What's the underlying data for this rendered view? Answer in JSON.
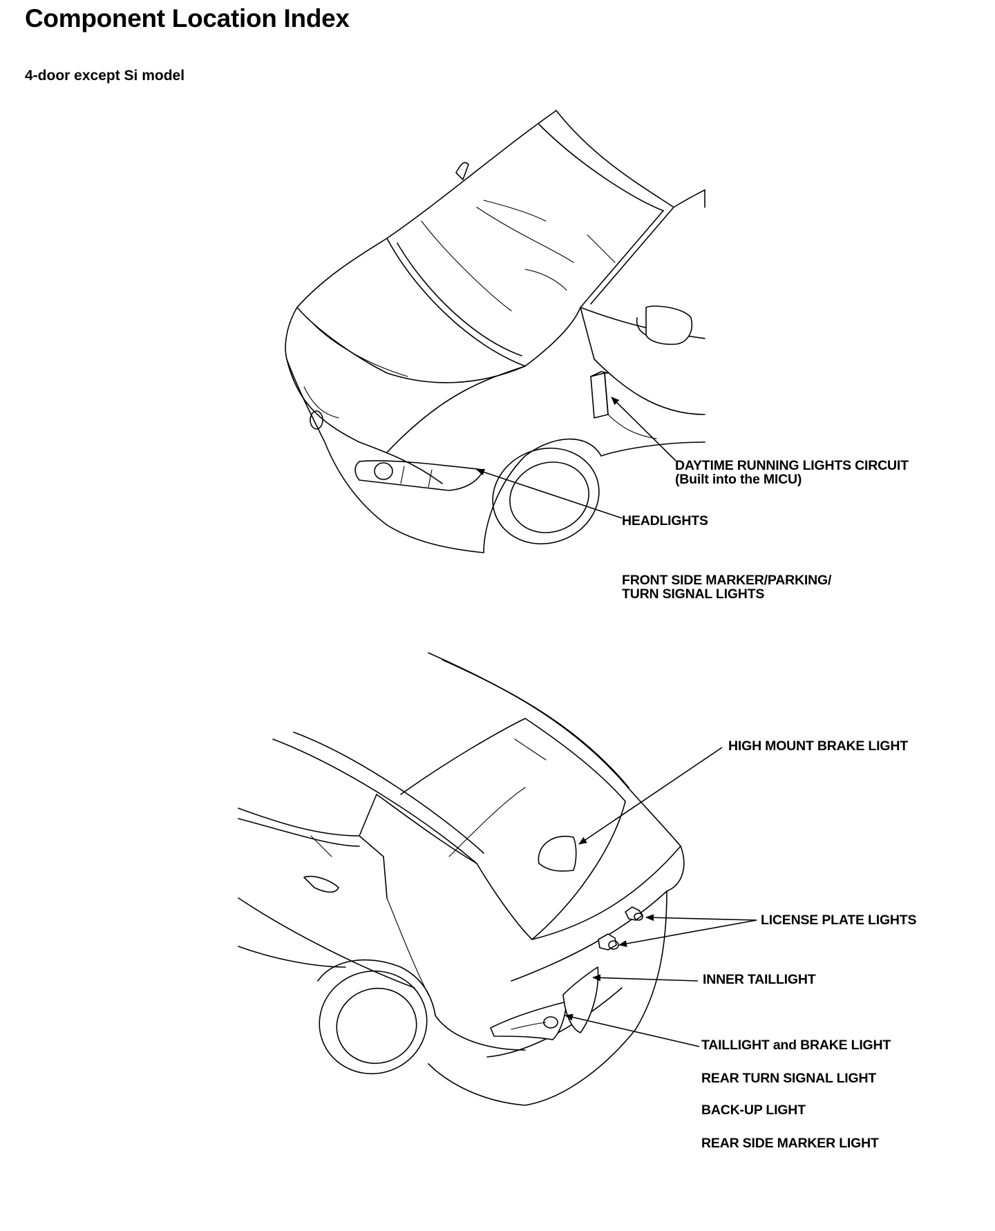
{
  "page": {
    "title": "Component Location Index",
    "subtitle": "4-door except Si model"
  },
  "front_view": {
    "labels": {
      "drl_circuit_line1": "DAYTIME RUNNING LIGHTS CIRCUIT",
      "drl_circuit_line2": "(Built into the MICU)",
      "headlights": "HEADLIGHTS",
      "front_side_marker_line1": "FRONT SIDE MARKER/PARKING/",
      "front_side_marker_line2": "TURN SIGNAL LIGHTS"
    }
  },
  "rear_view": {
    "labels": {
      "high_mount_brake_light": "HIGH MOUNT BRAKE LIGHT",
      "license_plate_lights": "LICENSE PLATE LIGHTS",
      "inner_taillight": "INNER TAILLIGHT",
      "taillight_and_brake_light": "TAILLIGHT and BRAKE LIGHT",
      "rear_turn_signal_light": "REAR TURN SIGNAL LIGHT",
      "back_up_light": "BACK-UP LIGHT",
      "rear_side_marker_light": "REAR SIDE MARKER LIGHT"
    }
  },
  "colors": {
    "ink": "#000000",
    "paper": "#ffffff"
  }
}
